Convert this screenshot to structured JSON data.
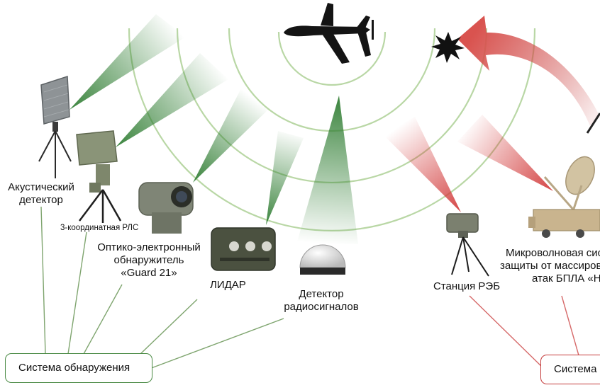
{
  "labels": {
    "acoustic": [
      "Акустический",
      "детектор"
    ],
    "radar": "3-координатная РЛС",
    "optical": [
      "Оптико-электронный",
      "обнаружитель",
      "«Guard 21»"
    ],
    "lidar": "ЛИДАР",
    "rf_detector": [
      "Детектор",
      "радиосигналов"
    ],
    "ew_station": "Станция РЭБ",
    "microwave": [
      "Микроволновая сис",
      "защиты от массиров",
      "атак БПЛА «НРЕ"
    ]
  },
  "boxes": {
    "detection": "Система обнаружения",
    "counter": "Системa"
  },
  "colors": {
    "detection": "#2f7d32",
    "counter": "#d23b3b",
    "rings": "#b9d7a5",
    "box_border_green": "#4a8a44",
    "box_border_red": "#c43a3a"
  },
  "icons": [
    "uav-drone-icon",
    "explosion-icon",
    "curved-arrow-icon",
    "acoustic-panel-icon",
    "radar-icon",
    "optical-camera-icon",
    "lidar-box-icon",
    "rf-dome-icon",
    "ew-station-icon",
    "microwave-dish-icon"
  ]
}
